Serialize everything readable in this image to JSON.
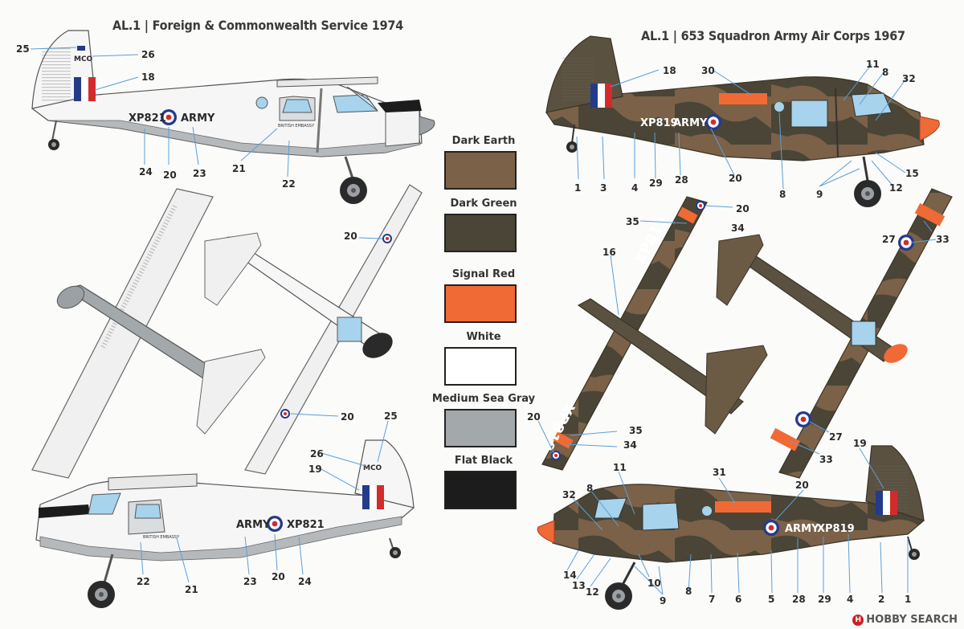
{
  "titles": {
    "left": "AL.1 | Foreign & Commonwealth Service 1974",
    "right": "AL.1 | 653 Squadron Army Air Corps 1967"
  },
  "markings": {
    "serial_white": "XP821",
    "serial_camo": "XP819",
    "army": "ARMY",
    "mco": "MCO",
    "embassy_plate": "BRITISH EMBASSY"
  },
  "colors": [
    {
      "label": "Dark Earth",
      "hex": "#7a6148"
    },
    {
      "label": "Dark Green",
      "hex": "#4a4536"
    },
    {
      "label": "Signal Red",
      "hex": "#f06a36"
    },
    {
      "label": "White",
      "hex": "#ffffff"
    },
    {
      "label": "Medium Sea Gray",
      "hex": "#a3a8ab"
    },
    {
      "label": "Flat Black",
      "hex": "#1c1c1c"
    }
  ],
  "callouts": {
    "n1": "1",
    "n2": "2",
    "n3": "3",
    "n4": "4",
    "n5": "5",
    "n6": "6",
    "n7": "7",
    "n8": "8",
    "n9": "9",
    "n10": "10",
    "n11": "11",
    "n12": "12",
    "n13": "13",
    "n14": "14",
    "n15": "15",
    "n16": "16",
    "n18": "18",
    "n19": "19",
    "n20": "20",
    "n21": "21",
    "n22": "22",
    "n23": "23",
    "n24": "24",
    "n25": "25",
    "n26": "26",
    "n27": "27",
    "n28": "28",
    "n29": "29",
    "n30": "30",
    "n31": "31",
    "n32": "32",
    "n33": "33",
    "n34": "34",
    "n35": "35"
  },
  "watermark": "HOBBY SEARCH"
}
